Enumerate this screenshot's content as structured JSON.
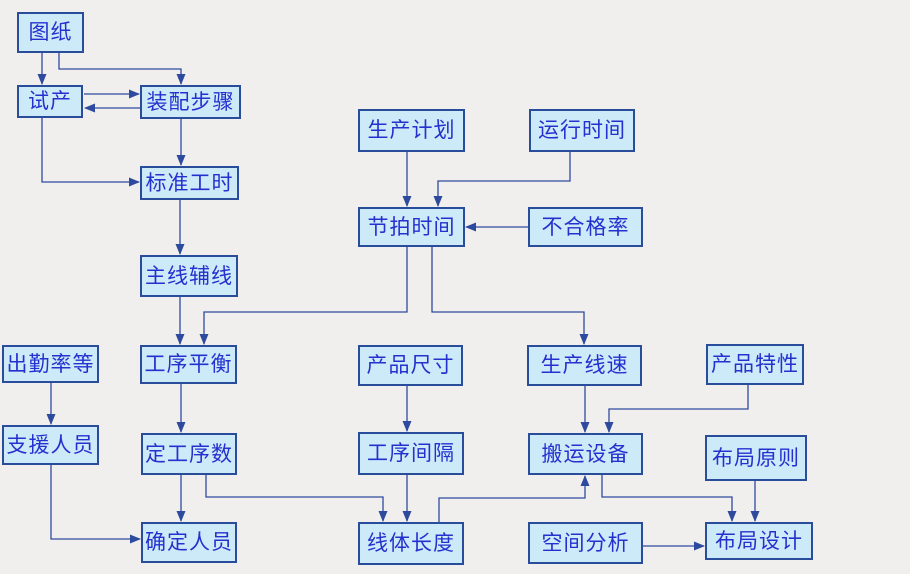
{
  "colors": {
    "bg": "#f0efed",
    "node_fill": "#cdeaf8",
    "node_border": "#2a4d9b",
    "node_text": "#2431cf",
    "connector": "#2e4a9e"
  },
  "nodes": [
    {
      "id": "drawing",
      "label": "图纸"
    },
    {
      "id": "trial-production",
      "label": "试产"
    },
    {
      "id": "assembly-steps",
      "label": "装配步骤"
    },
    {
      "id": "standard-hours",
      "label": "标准工时"
    },
    {
      "id": "main-aux-line",
      "label": "主线辅线"
    },
    {
      "id": "production-plan",
      "label": "生产计划"
    },
    {
      "id": "run-time",
      "label": "运行时间"
    },
    {
      "id": "takt-time",
      "label": "节拍时间"
    },
    {
      "id": "defect-rate",
      "label": "不合格率"
    },
    {
      "id": "attendance-rate",
      "label": "出勤率等"
    },
    {
      "id": "process-balance",
      "label": "工序平衡"
    },
    {
      "id": "product-size",
      "label": "产品尺寸"
    },
    {
      "id": "line-speed",
      "label": "生产线速"
    },
    {
      "id": "product-characteristics",
      "label": "产品特性"
    },
    {
      "id": "support-staff",
      "label": "支援人员"
    },
    {
      "id": "process-count",
      "label": "定工序数"
    },
    {
      "id": "process-interval",
      "label": "工序间隔"
    },
    {
      "id": "handling-equipment",
      "label": "搬运设备"
    },
    {
      "id": "layout-principles",
      "label": "布局原则"
    },
    {
      "id": "staff-determination",
      "label": "确定人员"
    },
    {
      "id": "line-length",
      "label": "线体长度"
    },
    {
      "id": "space-analysis",
      "label": "空间分析"
    },
    {
      "id": "layout-design",
      "label": "布局设计"
    }
  ],
  "edges": [
    {
      "from": "图纸",
      "to": "试产"
    },
    {
      "from": "图纸",
      "to": "装配步骤"
    },
    {
      "from": "试产",
      "to": "装配步骤"
    },
    {
      "from": "装配步骤",
      "to": "试产"
    },
    {
      "from": "试产",
      "to": "标准工时"
    },
    {
      "from": "装配步骤",
      "to": "标准工时"
    },
    {
      "from": "标准工时",
      "to": "主线辅线"
    },
    {
      "from": "主线辅线",
      "to": "工序平衡"
    },
    {
      "from": "生产计划",
      "to": "节拍时间"
    },
    {
      "from": "运行时间",
      "to": "节拍时间"
    },
    {
      "from": "不合格率",
      "to": "节拍时间"
    },
    {
      "from": "节拍时间",
      "to": "工序平衡"
    },
    {
      "from": "节拍时间",
      "to": "生产线速"
    },
    {
      "from": "出勤率等",
      "to": "支援人员"
    },
    {
      "from": "支援人员",
      "to": "确定人员"
    },
    {
      "from": "工序平衡",
      "to": "定工序数"
    },
    {
      "from": "定工序数",
      "to": "确定人员"
    },
    {
      "from": "定工序数",
      "to": "线体长度"
    },
    {
      "from": "产品尺寸",
      "to": "工序间隔"
    },
    {
      "from": "工序间隔",
      "to": "线体长度"
    },
    {
      "from": "生产线速",
      "to": "搬运设备"
    },
    {
      "from": "产品特性",
      "to": "搬运设备"
    },
    {
      "from": "线体长度",
      "to": "搬运设备"
    },
    {
      "from": "搬运设备",
      "to": "布局设计"
    },
    {
      "from": "布局原则",
      "to": "布局设计"
    },
    {
      "from": "空间分析",
      "to": "布局设计"
    }
  ]
}
